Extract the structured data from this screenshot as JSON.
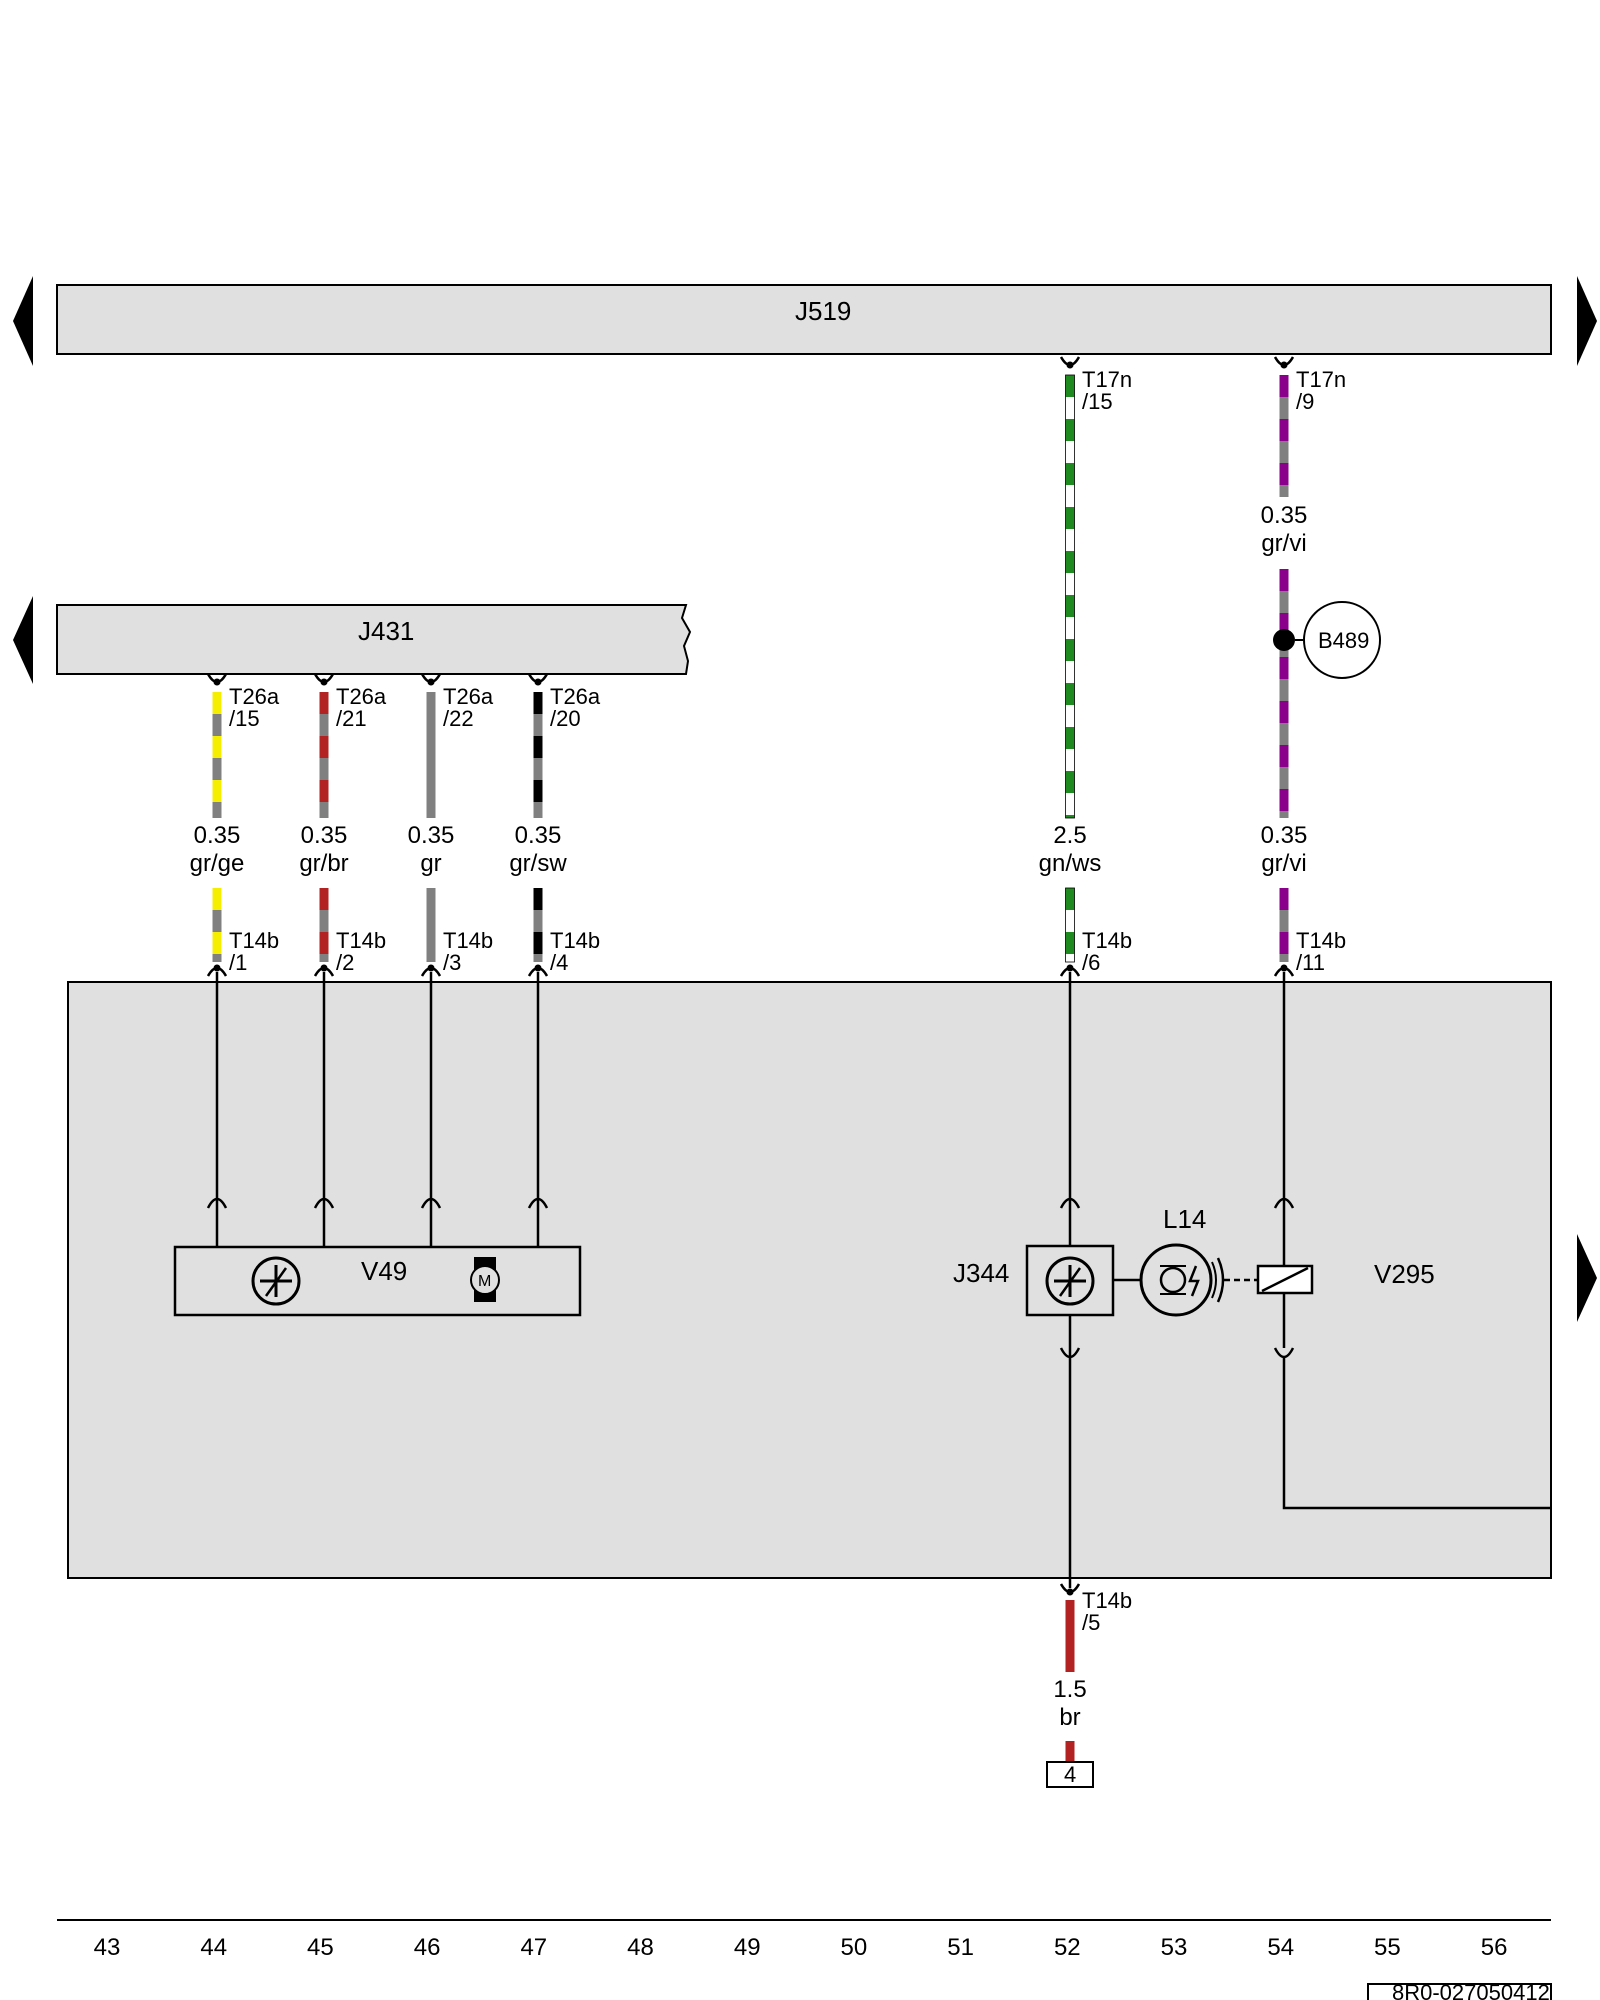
{
  "modules": {
    "J519": "J519",
    "J431": "J431",
    "V49": "V49",
    "J344": "J344",
    "L14": "L14",
    "V295": "V295",
    "B489": "B489"
  },
  "wires": [
    {
      "top_conn": "T26a",
      "top_pin": "/15",
      "gauge": "0.35",
      "color_code": "gr/ge",
      "bot_conn": "T14b",
      "bot_pin": "/1",
      "colors": [
        "#f5ee00",
        "#808080"
      ]
    },
    {
      "top_conn": "T26a",
      "top_pin": "/21",
      "gauge": "0.35",
      "color_code": "gr/br",
      "bot_conn": "T14b",
      "bot_pin": "/2",
      "colors": [
        "#b22222",
        "#808080"
      ]
    },
    {
      "top_conn": "T26a",
      "top_pin": "/22",
      "gauge": "0.35",
      "color_code": "gr",
      "bot_conn": "T14b",
      "bot_pin": "/3",
      "colors": [
        "#808080"
      ]
    },
    {
      "top_conn": "T26a",
      "top_pin": "/20",
      "gauge": "0.35",
      "color_code": "gr/sw",
      "bot_conn": "T14b",
      "bot_pin": "/4",
      "colors": [
        "#000000",
        "#808080"
      ]
    },
    {
      "top_conn": "T17n",
      "top_pin": "/15",
      "gauge": "2.5",
      "color_code": "gn/ws",
      "bot_conn": "T14b",
      "bot_pin": "/6",
      "colors": [
        "#1f8a1f",
        "#ffffff"
      ]
    },
    {
      "top_conn": "T17n",
      "top_pin": "/9",
      "gauge_upper": "0.35",
      "color_code_upper": "gr/vi",
      "gauge": "0.35",
      "color_code": "gr/vi",
      "bot_conn": "T14b",
      "bot_pin": "/11",
      "colors": [
        "#8b008b",
        "#808080"
      ]
    }
  ],
  "ground_wire": {
    "conn": "T14b",
    "pin": "/5",
    "gauge": "1.5",
    "color_code": "br",
    "terminal": "4",
    "color": "#b22222"
  },
  "v49_motor_symbol": "M",
  "axis_numbers": [
    "43",
    "44",
    "45",
    "46",
    "47",
    "48",
    "49",
    "50",
    "51",
    "52",
    "53",
    "54",
    "55",
    "56"
  ],
  "footer_code": "8R0-027050412"
}
